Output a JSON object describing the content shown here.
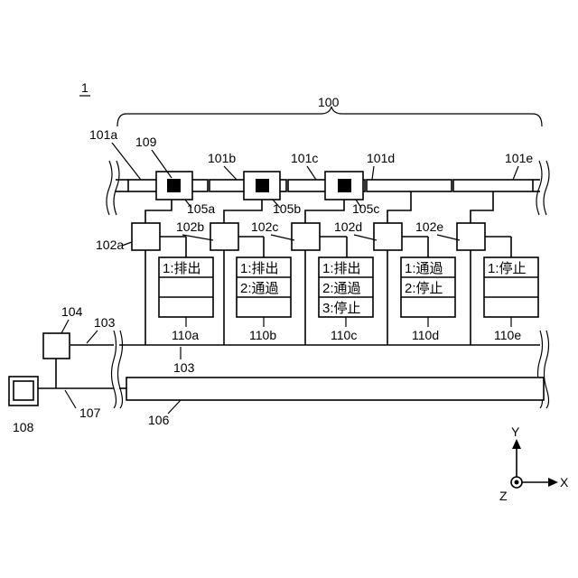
{
  "figure_ref": "1",
  "labels": {
    "system": "100",
    "conveyor_a": "101a",
    "conveyor_b": "101b",
    "conveyor_c": "101c",
    "conveyor_d": "101d",
    "conveyor_e": "101e",
    "controller_a": "102a",
    "controller_b": "102b",
    "controller_c": "102c",
    "controller_d": "102d",
    "controller_e": "102e",
    "network_top": "103",
    "network_mid": "103",
    "hub": "104",
    "sensor_a": "105a",
    "sensor_b": "105b",
    "sensor_c": "105c",
    "bus": "106",
    "cable": "107",
    "terminal": "108",
    "article": "109",
    "table_a": "110a",
    "table_b": "110b",
    "table_c": "110c",
    "table_d": "110d",
    "table_e": "110e"
  },
  "tables": {
    "a": [
      "1:排出",
      "",
      ""
    ],
    "b": [
      "1:排出",
      "2:通過",
      ""
    ],
    "c": [
      "1:排出",
      "2:通過",
      "3:停止"
    ],
    "d": [
      "1:通過",
      "2:停止",
      ""
    ],
    "e": [
      "1:停止",
      "",
      ""
    ]
  },
  "axes": {
    "x": "X",
    "y": "Y",
    "z": "Z"
  }
}
